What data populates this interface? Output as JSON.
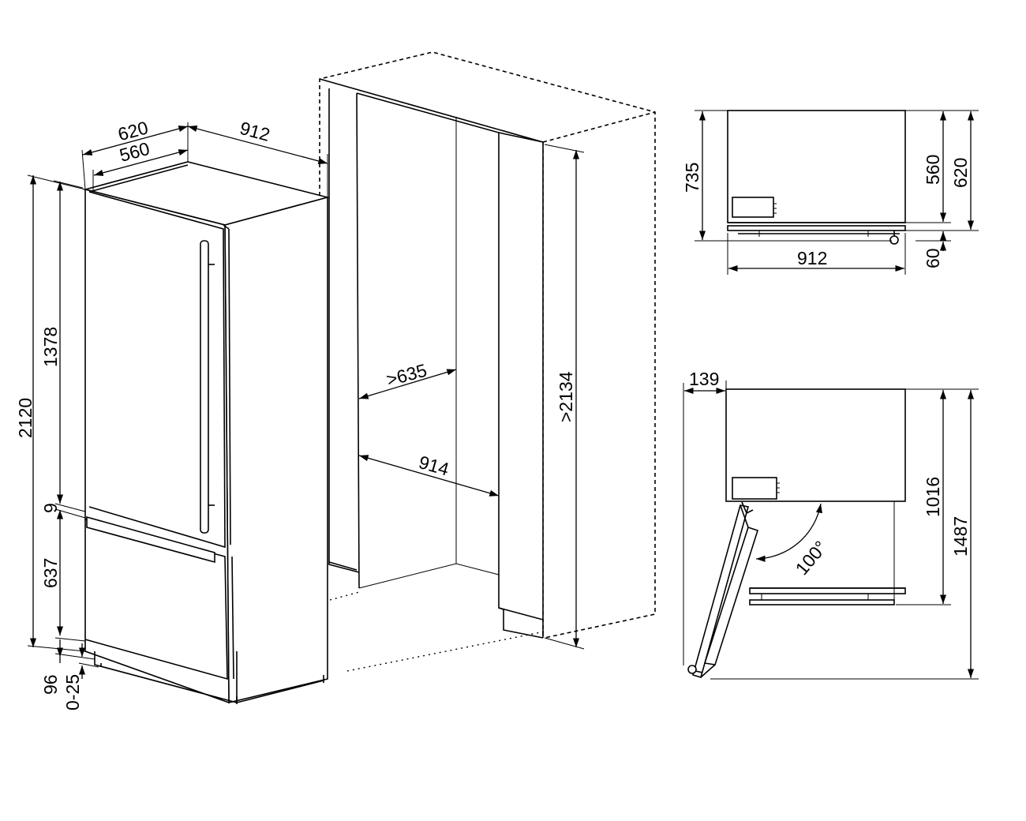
{
  "dimensions": {
    "iso_depth_total": "620",
    "iso_depth_body": "560",
    "iso_width": "912",
    "height_total": "2120",
    "height_upper": "1378",
    "gap": "9",
    "height_lower": "637",
    "plinth": "96",
    "feet_adjust": "0-25",
    "niche_depth": ">635",
    "niche_width": "914",
    "niche_height": ">2134",
    "top_depth": "735",
    "top_body_depth": "560",
    "top_total_depth": "620",
    "top_width": "912",
    "top_handle": "60",
    "open_side": "139",
    "open_depth": "1016",
    "open_total_depth": "1487",
    "door_angle": "100°"
  }
}
